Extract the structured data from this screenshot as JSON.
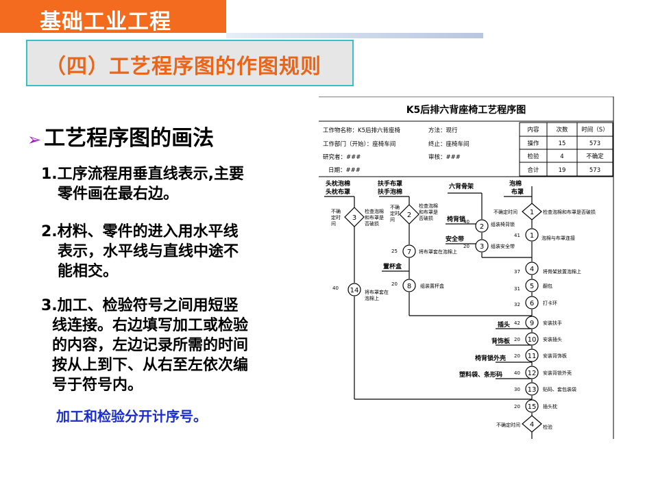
{
  "header": {
    "title": "基础工业工程"
  },
  "subtitle": "（四）工艺程序图的作图规则",
  "section": {
    "heading": "工艺程序图的画法"
  },
  "rules": [
    {
      "line1": "1.工序流程用垂直线表示,主要",
      "line2": "零件画在最右边。"
    },
    {
      "line1": "2.材料、零件的进入用水平线",
      "line2": "表示，水平线与直线中途不",
      "line3": "能相交。"
    },
    {
      "line1": "3.加工、检验符号之间用短竖",
      "line2": "线连接。右边填写加工或检验",
      "line3": "的内容，左边记录所需的时间",
      "line4": "按从上到下、从右至左依次编",
      "line5": "号于符号内。"
    }
  ],
  "note": "加工和检验分开计序号。",
  "colors": {
    "header_bg": "#f26b1e",
    "subtitle_text": "#e8651a",
    "subtitle_border": "#35bfc7",
    "note_text": "#1a2fc9",
    "bullet": "#a21cc4"
  },
  "figure": {
    "title": "K5后排六背座椅工艺程序图",
    "info": {
      "object": "工作物名称：K5后排六背座椅",
      "method": "方法：现行",
      "dept": "工作部门（开始）：座椅车间",
      "end": "终止：座椅车间",
      "researcher": "研究者：###",
      "reviewer": "审核：###",
      "date": "日期：###"
    },
    "summary": {
      "headers": [
        "内容",
        "次数",
        "时间（S）"
      ],
      "rows": [
        [
          "操作",
          "15",
          "573"
        ],
        [
          "检验",
          "4",
          "不确定"
        ],
        [
          "合计",
          "19",
          "573"
        ]
      ]
    },
    "parts": {
      "p1": "头枕泡棉",
      "p1b": "头枕布罩",
      "p2": "扶手布罩",
      "p2b": "扶手泡棉",
      "p3": "六背骨架",
      "p4": "泡棉",
      "p4b": "布罩",
      "lock": "椅背锁",
      "belt": "安全带",
      "cup": "置杯盒",
      "plug": "插头",
      "trim": "背饰板",
      "cover": "椅背锁外壳",
      "bag": "塑料袋、条形码"
    },
    "undetermined": "不确定时间",
    "undet_short": [
      "不确",
      "定时",
      "间"
    ],
    "ops": [
      {
        "num": "1",
        "time": "",
        "label": "检查泡棉和布罩是否破损"
      },
      {
        "num": "1",
        "time": "41",
        "label": "泡棉与布罩连接"
      },
      {
        "num": "2",
        "time": "40",
        "label": "组装椅背锁"
      },
      {
        "num": "3",
        "time": "20",
        "label": "组装安全带"
      },
      {
        "num": "2",
        "time": "",
        "label1": "检查泡棉",
        "label2": "和布罩是",
        "label3": "否破损"
      },
      {
        "num": "7",
        "time": "25",
        "label": "将布罩套在泡棉上"
      },
      {
        "num": "8",
        "time": "20",
        "label": "组装置杯盒"
      },
      {
        "num": "3",
        "time": "",
        "label1": "检查泡棉",
        "label2": "和布罩是",
        "label3": "否破损"
      },
      {
        "num": "14",
        "time": "40",
        "label1": "将布罩套在",
        "label2": "泡棉上"
      },
      {
        "num": "4",
        "time": "37",
        "label": "将骨架放置泡棉上"
      },
      {
        "num": "5",
        "time": "31",
        "label": "翻包"
      },
      {
        "num": "6",
        "time": "32",
        "label": "打卡环"
      },
      {
        "num": "9",
        "time": "42",
        "label": "安装扶手"
      },
      {
        "num": "10",
        "time": "20",
        "label": "安装插头"
      },
      {
        "num": "11",
        "time": "20",
        "label": "安装背饰板"
      },
      {
        "num": "12",
        "time": "40",
        "label": "安装背锁外壳"
      },
      {
        "num": "13",
        "time": "30",
        "label": "贴码、套包装袋"
      },
      {
        "num": "15",
        "time": "20",
        "label": "插头枕"
      },
      {
        "num": "4",
        "time": "",
        "label": "检验"
      }
    ]
  }
}
